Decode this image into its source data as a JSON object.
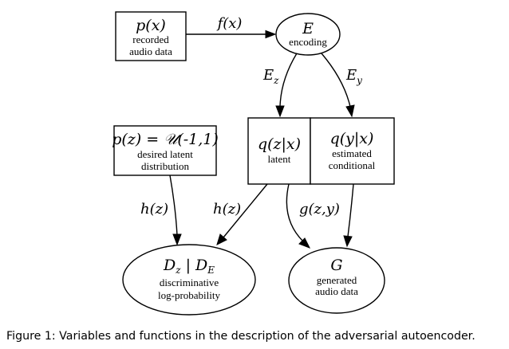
{
  "nodes": {
    "px": {
      "title": "p(x)",
      "line1": "recorded",
      "line2": "audio data"
    },
    "e": {
      "title": "E",
      "line1": "encoding"
    },
    "pz": {
      "title": "p(z) = 𝒰(-1,1)",
      "line1": "desired latent",
      "line2": "distribution"
    },
    "qz": {
      "title": "q(z|x)",
      "line1": "latent"
    },
    "qy": {
      "title": "q(y|x)",
      "line1": "estimated",
      "line2": "conditional"
    },
    "d": {
      "title_main": "D",
      "title_sub_z": "z",
      "title_sep": "|",
      "title_main2": "D",
      "title_sub_e": "E",
      "line1": "discriminative",
      "line2": "log-probability"
    },
    "g": {
      "title": "G",
      "line1": "generated",
      "line2": "audio data"
    }
  },
  "edges": {
    "fx": "f(x)",
    "ez_main": "E",
    "ez_sub": "z",
    "ey_main": "E",
    "ey_sub": "y",
    "hz_left": "h(z)",
    "hz_right": "h(z)",
    "gzy": "g(z,y)"
  },
  "caption": "Figure 1: Variables and functions in the description of the adversarial autoencoder."
}
